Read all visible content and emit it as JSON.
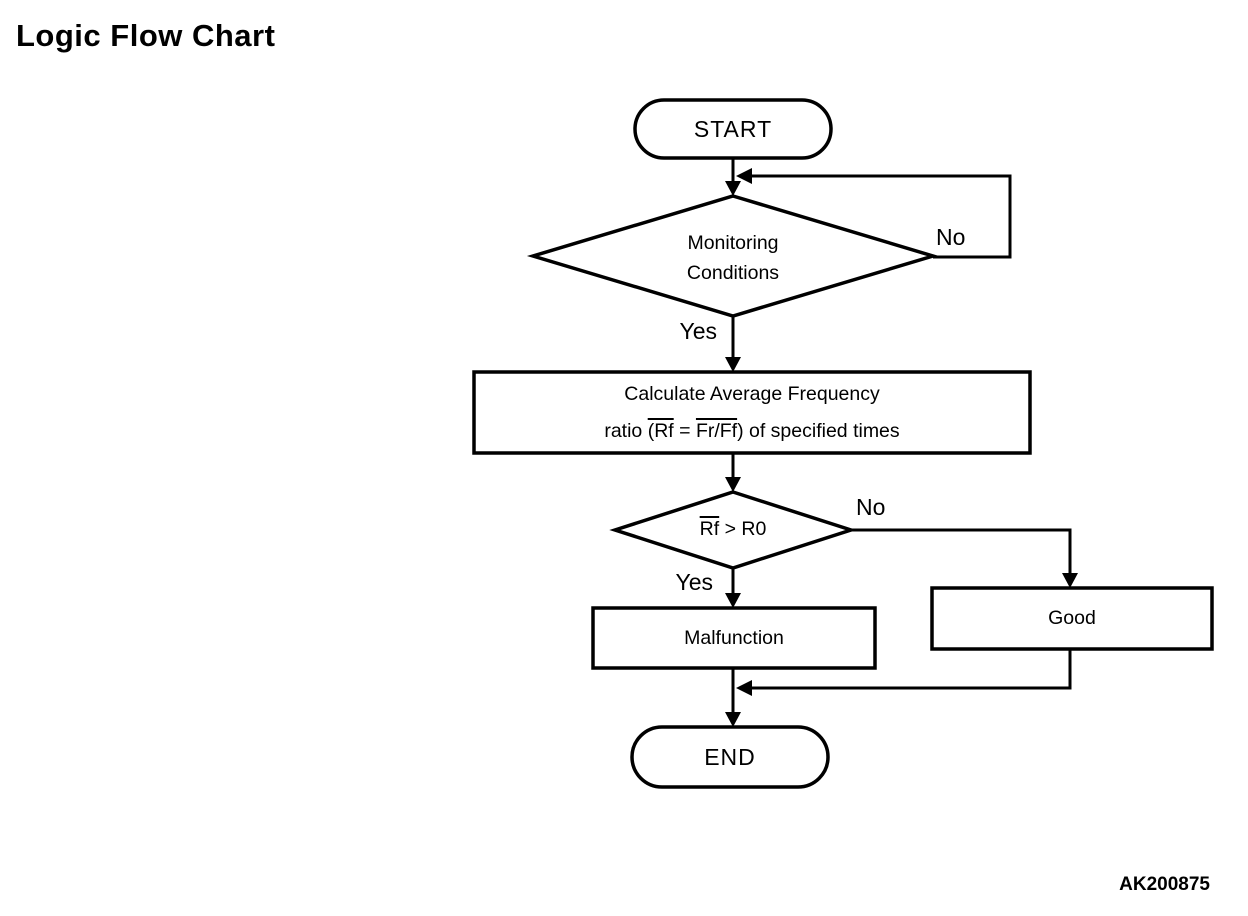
{
  "title": "Logic Flow Chart",
  "figure_code": "AK200875",
  "flowchart": {
    "nodes": {
      "start": {
        "label": "START"
      },
      "monitoring": {
        "line1": "Monitoring",
        "line2": "Conditions"
      },
      "calculate": {
        "line1": "Calculate Average Frequency",
        "line2_prefix": "ratio ",
        "line2_ov1": "(Rf",
        "line2_mid": " = ",
        "line2_ov2": "Fr/Ff",
        "line2_suffix": ") of specified times"
      },
      "rf_check": {
        "ov": "Rf",
        "rest": " > R0"
      },
      "malfunction": {
        "label": "Malfunction"
      },
      "good": {
        "label": "Good"
      },
      "end": {
        "label": "END"
      }
    },
    "edge_labels": {
      "monitoring_no": "No",
      "monitoring_yes": "Yes",
      "rf_no": "No",
      "rf_yes": "Yes"
    },
    "edges": [
      {
        "from": "start",
        "to": "monitoring",
        "label": ""
      },
      {
        "from": "monitoring",
        "to": "monitoring-entry",
        "label": "No"
      },
      {
        "from": "monitoring",
        "to": "calculate",
        "label": "Yes"
      },
      {
        "from": "calculate",
        "to": "rf_check",
        "label": ""
      },
      {
        "from": "rf_check",
        "to": "good",
        "label": "No"
      },
      {
        "from": "rf_check",
        "to": "malfunction",
        "label": "Yes"
      },
      {
        "from": "good",
        "to": "end",
        "label": ""
      },
      {
        "from": "malfunction",
        "to": "end",
        "label": ""
      }
    ]
  },
  "colors": {
    "line": "#000000",
    "background": "#ffffff",
    "text": "#000000"
  }
}
